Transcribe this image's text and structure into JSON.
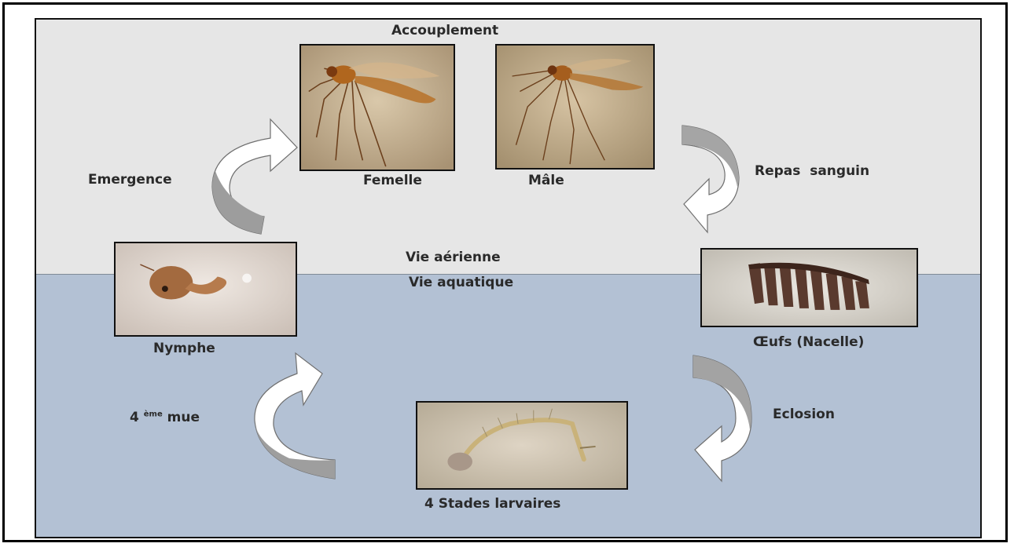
{
  "labels": {
    "accouplement": "Accouplement",
    "femelle": "Femelle",
    "male": "Mâle",
    "repas_sanguin": "Repas  sanguin",
    "emergence": "Emergence",
    "vie_aerienne": "Vie aérienne",
    "vie_aquatique": "Vie aquatique",
    "nymphe": "Nymphe",
    "oeufs": "Œufs (Nacelle)",
    "mue_number": "4",
    "mue_sup": "ème",
    "mue_word": "mue",
    "eclosion": "Eclosion",
    "larves": "4 Stades larvaires"
  },
  "colors": {
    "air_zone": "#e6e6e6",
    "water_zone": "#b3c1d4",
    "photo_bg": "#c9b79a",
    "insect": "#8a5a2b",
    "arrow_gray": "#a9a9a9"
  },
  "photos": {
    "femelle": "mosquito-female-photo",
    "male": "mosquito-male-photo",
    "nymphe": "pupa-photo",
    "oeufs": "egg-raft-photo",
    "larve": "larva-photo"
  }
}
